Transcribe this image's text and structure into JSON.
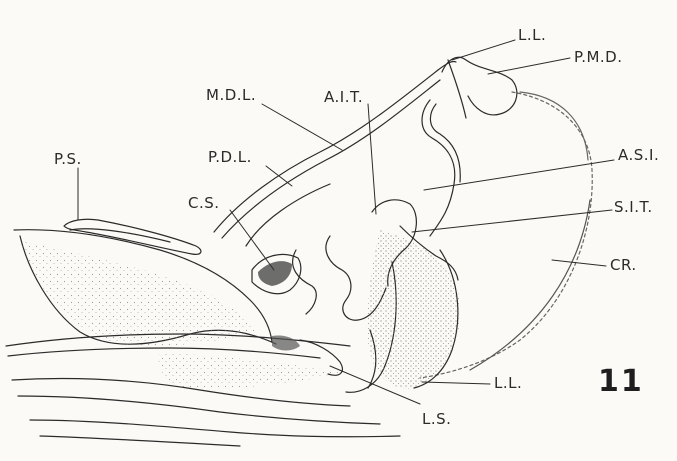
{
  "figure_number": "11",
  "labels": {
    "ll_top": "L.L.",
    "pmd": "P.M.D.",
    "mdl": "M.D.L.",
    "ait": "A.I.T.",
    "ps": "P.S.",
    "pdl": "P.D.L.",
    "asi": "A.S.I.",
    "cs": "C.S.",
    "sit": "S.I.T.",
    "cr": "CR.",
    "ll_bottom": "L.L.",
    "ls": "L.S."
  },
  "colors": {
    "ink": "#2b2b2b",
    "paper": "#fbfaf6"
  }
}
